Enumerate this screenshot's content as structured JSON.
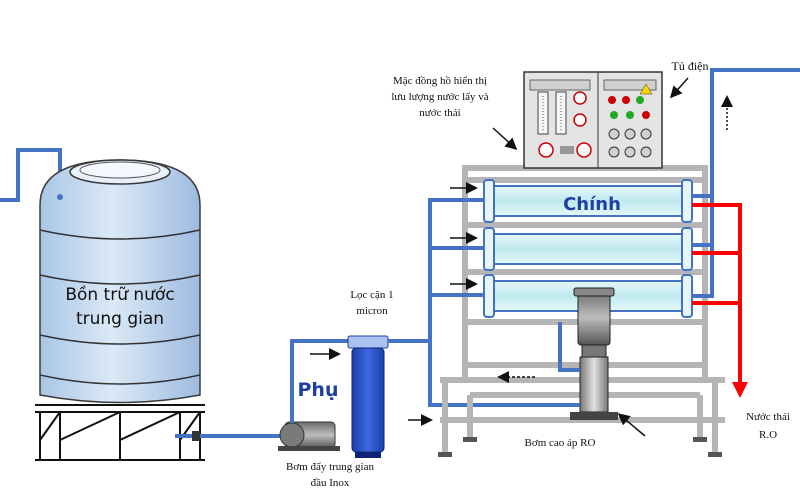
{
  "labels": {
    "tank": [
      "Bồn trữ nước",
      "trung gian"
    ],
    "main": "Chính",
    "aux": "Phụ",
    "gauge_note": [
      "Mặc đồng hồ hiển thị",
      "lưu lượng nước lấy và",
      "nước thải"
    ],
    "cabinet": "Tủ điện",
    "filter": [
      "Lọc  cặn 1",
      "micron"
    ],
    "booster_pump": [
      "Bơm đẩy trung gian",
      "đầu  Inox"
    ],
    "hp_pump": "Bơm cao áp RO",
    "waste": [
      "Nước thải",
      "R.O"
    ]
  },
  "colors": {
    "pipe": "#4472c4",
    "waste_pipe": "#ff0000",
    "frame": "#c8c8c8",
    "membrane": "#cfeff3",
    "tank": "#cfe2f3",
    "filter_body": "#1f3fbf"
  },
  "icons": [
    "tank-icon",
    "membrane-housing-icon",
    "control-panel-icon",
    "pump-icon",
    "cartridge-filter-icon",
    "flow-arrow-icon"
  ]
}
